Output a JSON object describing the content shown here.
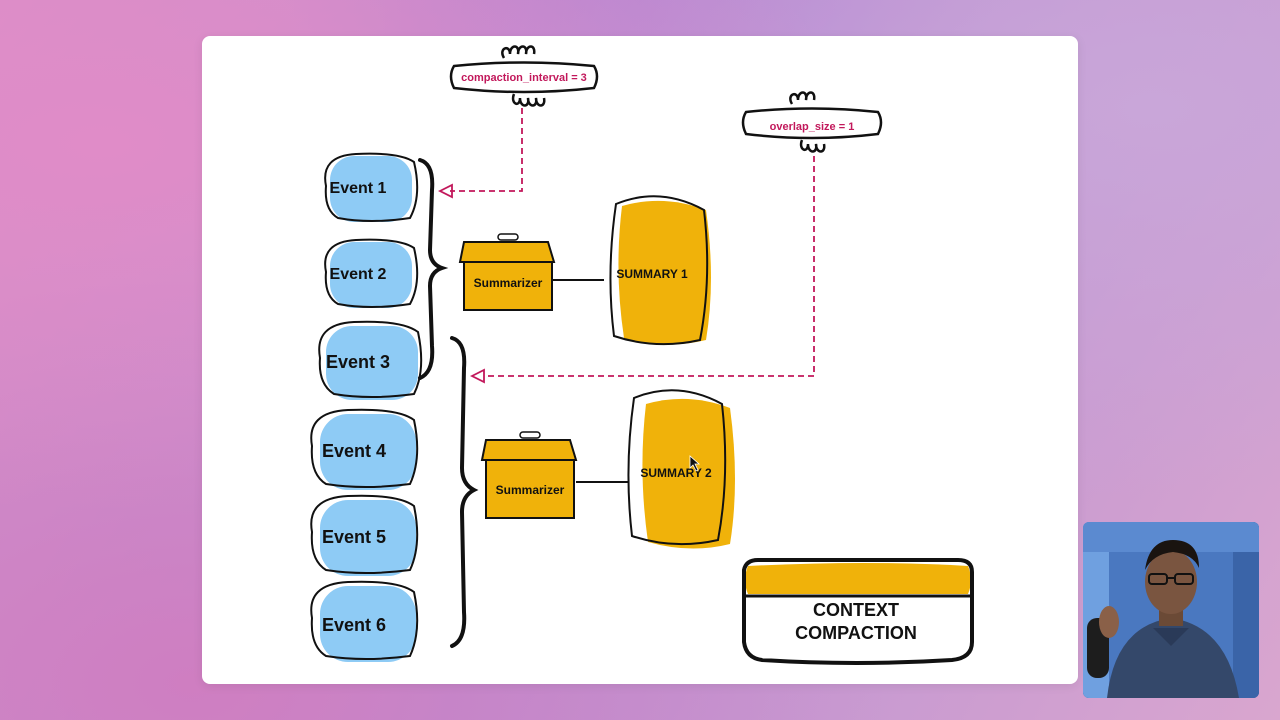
{
  "diagram": {
    "params": {
      "compaction_interval": "compaction_interval = 3",
      "overlap_size": "overlap_size = 1"
    },
    "events": [
      "Event 1",
      "Event 2",
      "Event 3",
      "Event 4",
      "Event 5",
      "Event 6"
    ],
    "summarizers": [
      "Summarizer",
      "Summarizer"
    ],
    "summaries": [
      "SUMMARY 1",
      "SUMMARY 2"
    ],
    "title_line1": "CONTEXT",
    "title_line2": "COMPACTION"
  },
  "colors": {
    "event_fill": "#8ecbf5",
    "summary_fill": "#f0b20a",
    "arrow": "#c2185b",
    "ink": "#111111"
  }
}
